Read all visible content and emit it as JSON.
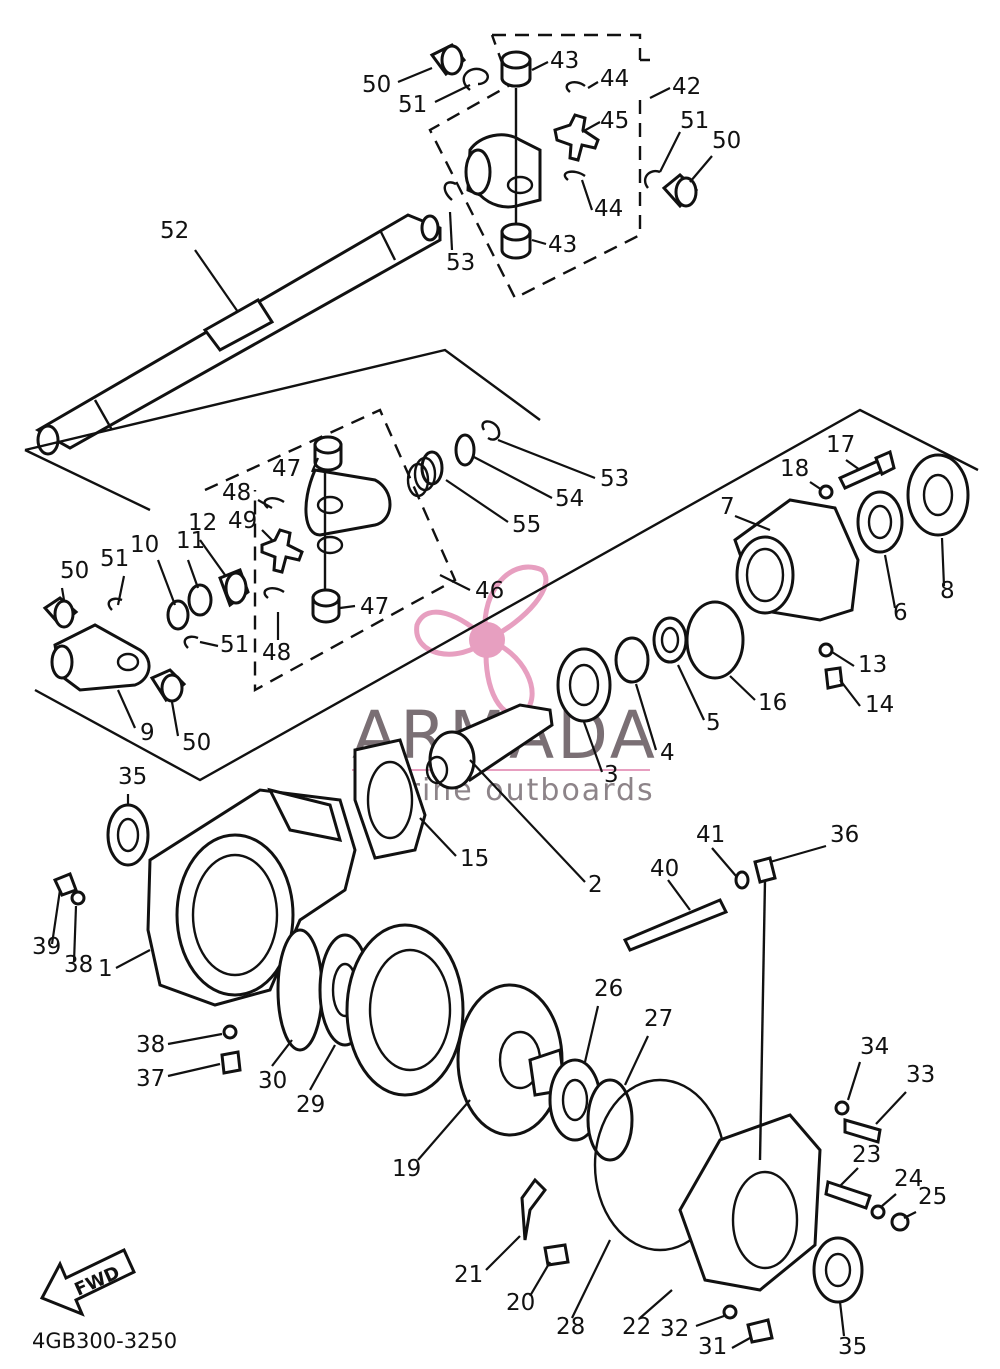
{
  "diagram": {
    "code": "4GB300-3250",
    "fwd_label": "FWD",
    "watermark": {
      "brand": "ARMADA",
      "tagline": "marine outboards",
      "icon": "propeller-icon",
      "color": "#e79fc0"
    },
    "callouts": [
      {
        "key": "c50a",
        "label": "50"
      },
      {
        "key": "c51a",
        "label": "51"
      },
      {
        "key": "c43a",
        "label": "43"
      },
      {
        "key": "c44a",
        "label": "44"
      },
      {
        "key": "c42",
        "label": "42"
      },
      {
        "key": "c45",
        "label": "45"
      },
      {
        "key": "c51b",
        "label": "51"
      },
      {
        "key": "c50b",
        "label": "50"
      },
      {
        "key": "c44b",
        "label": "44"
      },
      {
        "key": "c43b",
        "label": "43"
      },
      {
        "key": "c52",
        "label": "52"
      },
      {
        "key": "c53a",
        "label": "53"
      },
      {
        "key": "c53b",
        "label": "53"
      },
      {
        "key": "c54",
        "label": "54"
      },
      {
        "key": "c55",
        "label": "55"
      },
      {
        "key": "c47a",
        "label": "47"
      },
      {
        "key": "c48a",
        "label": "48"
      },
      {
        "key": "c49",
        "label": "49"
      },
      {
        "key": "c47b",
        "label": "47"
      },
      {
        "key": "c48b",
        "label": "48"
      },
      {
        "key": "c46",
        "label": "46"
      },
      {
        "key": "c10",
        "label": "10"
      },
      {
        "key": "c11",
        "label": "11"
      },
      {
        "key": "c12",
        "label": "12"
      },
      {
        "key": "c51c",
        "label": "51"
      },
      {
        "key": "c50c",
        "label": "50"
      },
      {
        "key": "c51d",
        "label": "51"
      },
      {
        "key": "c9",
        "label": "9"
      },
      {
        "key": "c50d",
        "label": "50"
      },
      {
        "key": "c17",
        "label": "17"
      },
      {
        "key": "c18",
        "label": "18"
      },
      {
        "key": "c7",
        "label": "7"
      },
      {
        "key": "c6",
        "label": "6"
      },
      {
        "key": "c8",
        "label": "8"
      },
      {
        "key": "c13",
        "label": "13"
      },
      {
        "key": "c14",
        "label": "14"
      },
      {
        "key": "c16",
        "label": "16"
      },
      {
        "key": "c5",
        "label": "5"
      },
      {
        "key": "c4",
        "label": "4"
      },
      {
        "key": "c3",
        "label": "3"
      },
      {
        "key": "c35a",
        "label": "35"
      },
      {
        "key": "c15",
        "label": "15"
      },
      {
        "key": "c2",
        "label": "2"
      },
      {
        "key": "c41",
        "label": "41"
      },
      {
        "key": "c36",
        "label": "36"
      },
      {
        "key": "c40",
        "label": "40"
      },
      {
        "key": "c39",
        "label": "39"
      },
      {
        "key": "c38a",
        "label": "38"
      },
      {
        "key": "c1",
        "label": "1"
      },
      {
        "key": "c26",
        "label": "26"
      },
      {
        "key": "c27",
        "label": "27"
      },
      {
        "key": "c38b",
        "label": "38"
      },
      {
        "key": "c37",
        "label": "37"
      },
      {
        "key": "c30",
        "label": "30"
      },
      {
        "key": "c29",
        "label": "29"
      },
      {
        "key": "c34",
        "label": "34"
      },
      {
        "key": "c33",
        "label": "33"
      },
      {
        "key": "c23",
        "label": "23"
      },
      {
        "key": "c24",
        "label": "24"
      },
      {
        "key": "c25",
        "label": "25"
      },
      {
        "key": "c19",
        "label": "19"
      },
      {
        "key": "c21",
        "label": "21"
      },
      {
        "key": "c20",
        "label": "20"
      },
      {
        "key": "c28",
        "label": "28"
      },
      {
        "key": "c22",
        "label": "22"
      },
      {
        "key": "c32",
        "label": "32"
      },
      {
        "key": "c31",
        "label": "31"
      },
      {
        "key": "c35b",
        "label": "35"
      }
    ]
  }
}
